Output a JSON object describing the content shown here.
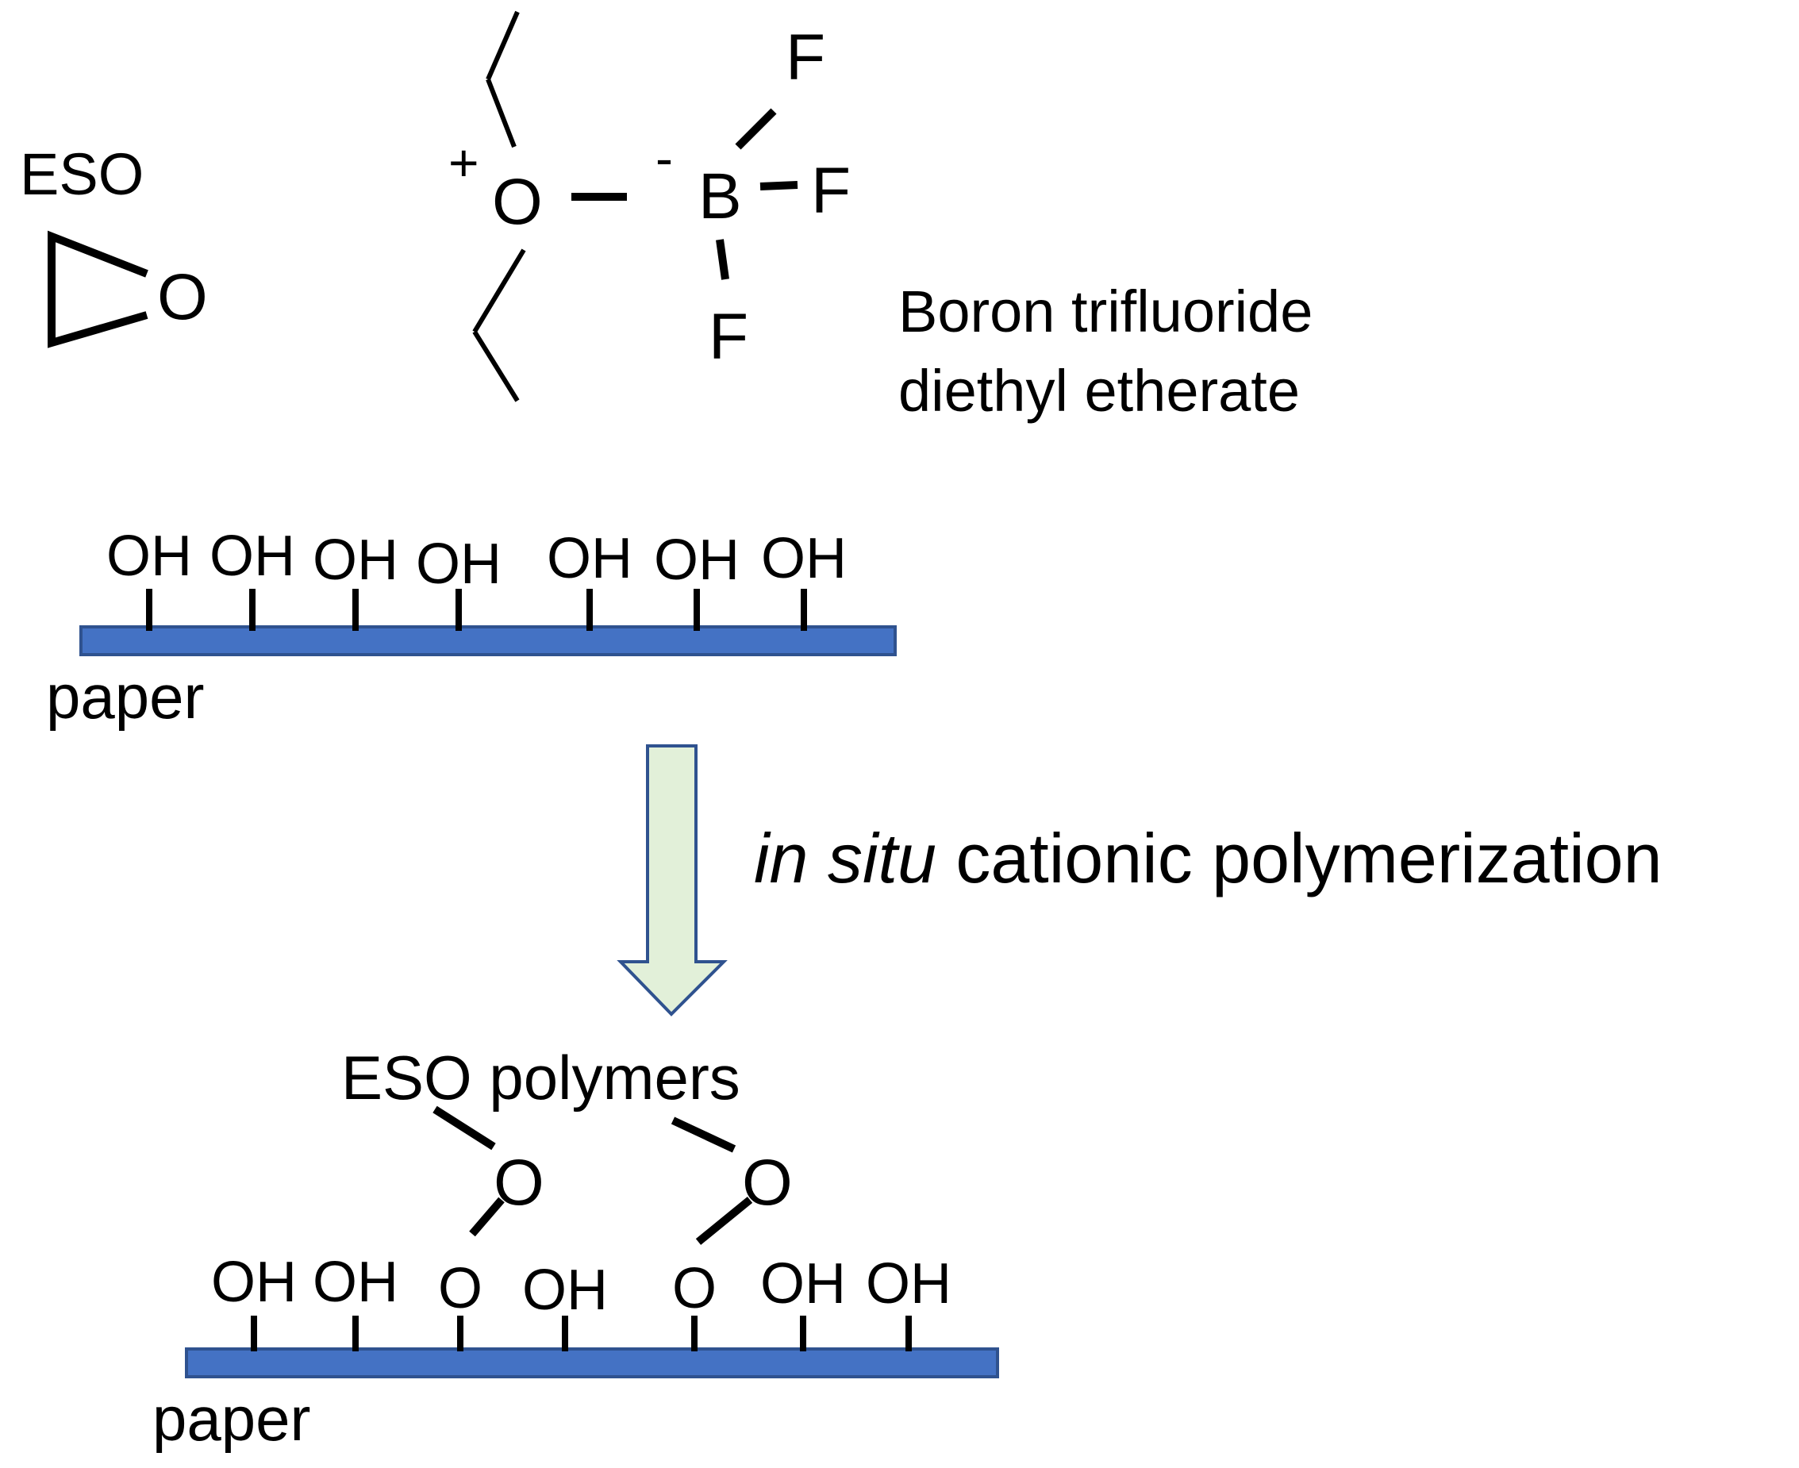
{
  "colors": {
    "paper_strip_fill": "#4472C4",
    "paper_strip_stroke": "#2F528F",
    "arrow_fill": "#E2F0D9",
    "arrow_stroke": "#2F528F",
    "ink": "#000000"
  },
  "top": {
    "eso_label": "ESO",
    "epoxide_oxygen": "O",
    "bf3": {
      "plus": "+",
      "oxygen": "O",
      "minus": "-",
      "boron": "B",
      "fluorine_top": "F",
      "fluorine_right": "F",
      "fluorine_bottom": "F"
    },
    "reagent_line1": "Boron trifluoride",
    "reagent_line2": "diethyl etherate"
  },
  "before": {
    "oh_labels": [
      "OH",
      "OH",
      "OH",
      "OH",
      "OH",
      "OH",
      "OH"
    ],
    "paper_label": "paper"
  },
  "reaction": {
    "italic_part": "in situ",
    "normal_part": " cationic polymerization"
  },
  "after": {
    "polymer_label": "ESO polymers",
    "polymer_oxygens": [
      "O",
      "O"
    ],
    "surface_labels": [
      "OH",
      "OH",
      "O",
      "OH",
      "O",
      "OH",
      "OH"
    ],
    "paper_label": "paper"
  }
}
